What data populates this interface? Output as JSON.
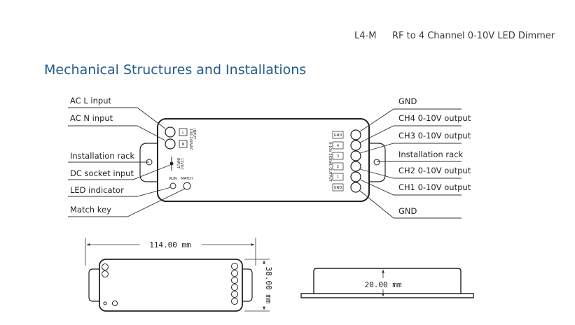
{
  "header": {
    "model": "L4-M",
    "product": "RF to 4 Channel 0-10V LED Dimmer"
  },
  "section_title": "Mechanical Structures and Installations",
  "left_labels": [
    "AC L input",
    "AC N input",
    "Installation rack",
    "DC socket input",
    "LED indicator",
    "Match key"
  ],
  "right_labels": [
    "GND",
    "CH4 0-10V output",
    "CH3 0-10V output",
    "Installation rack",
    "CH2 0-10V output",
    "CH1 0-10V output",
    "GND"
  ],
  "device": {
    "terminal_L": "L",
    "terminal_N": "N",
    "input_text": [
      "INPUT",
      "100-240VAC"
    ],
    "dc_text": [
      "INPUT",
      "12VDC"
    ],
    "run": "RUN",
    "match": "MATCH",
    "output_text": "0-10V SIGNAL OUTPUT",
    "terminals": [
      "GND",
      "4",
      "3",
      "2",
      "1",
      "GND"
    ]
  },
  "dimensions": {
    "length": "114.00 mm",
    "width": "38.00 mm",
    "height": "20.00 mm"
  }
}
